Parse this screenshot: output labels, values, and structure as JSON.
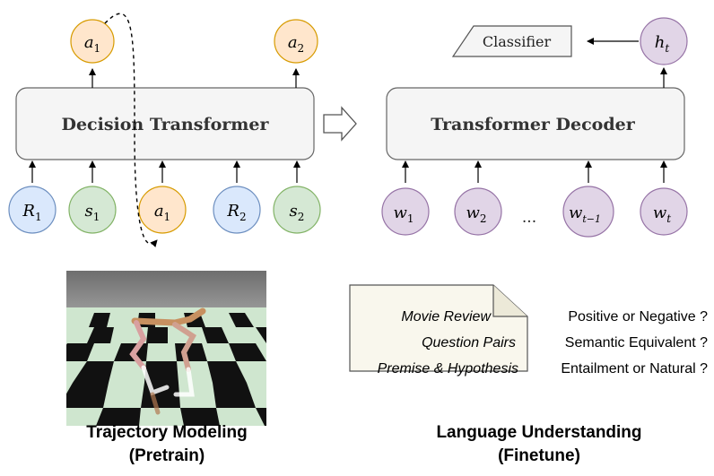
{
  "left_panel": {
    "model_label": "Decision Transformer",
    "outputs": [
      {
        "sym": "a",
        "sub": "1",
        "color": "orange"
      },
      {
        "sym": "a",
        "sub": "2",
        "color": "orange"
      }
    ],
    "inputs": [
      {
        "sym": "R",
        "sub": "1",
        "color": "blue"
      },
      {
        "sym": "s",
        "sub": "1",
        "color": "green"
      },
      {
        "sym": "a",
        "sub": "1",
        "color": "orange"
      },
      {
        "sym": "R",
        "sub": "2",
        "color": "blue"
      },
      {
        "sym": "s",
        "sub": "2",
        "color": "green"
      }
    ],
    "caption_line1": "Trajectory Modeling",
    "caption_line2": "(Pretrain)"
  },
  "right_panel": {
    "model_label": "Transformer Decoder",
    "classifier_label": "Classifier",
    "output": {
      "sym": "h",
      "sub": "t",
      "color": "purple"
    },
    "inputs": [
      {
        "sym": "w",
        "sub": "1",
        "color": "purple"
      },
      {
        "sym": "w",
        "sub": "2",
        "color": "purple"
      },
      {
        "sym": "w",
        "sub": "t−1",
        "color": "purple"
      },
      {
        "sym": "w",
        "sub": "t",
        "color": "purple"
      }
    ],
    "ellipsis": "...",
    "tasks": [
      {
        "name": "Movie Review",
        "question": "Positive or Negative ?"
      },
      {
        "name": "Question Pairs",
        "question": "Semantic Equivalent ?"
      },
      {
        "name": "Premise & Hypothesis",
        "question": "Entailment or Natural ?"
      }
    ],
    "caption_line1": "Language Understanding",
    "caption_line2": "(Finetune)"
  },
  "colors": {
    "orange": {
      "fill": "#ffe6cc",
      "stroke": "#d79b00"
    },
    "blue": {
      "fill": "#dae8fc",
      "stroke": "#6c8ebf"
    },
    "green": {
      "fill": "#d5e8d4",
      "stroke": "#82b366"
    },
    "purple": {
      "fill": "#e1d5e7",
      "stroke": "#9673a6"
    },
    "box_fill": "#f5f5f5",
    "box_stroke": "#666666",
    "note_fill": "#f9f7ed"
  }
}
